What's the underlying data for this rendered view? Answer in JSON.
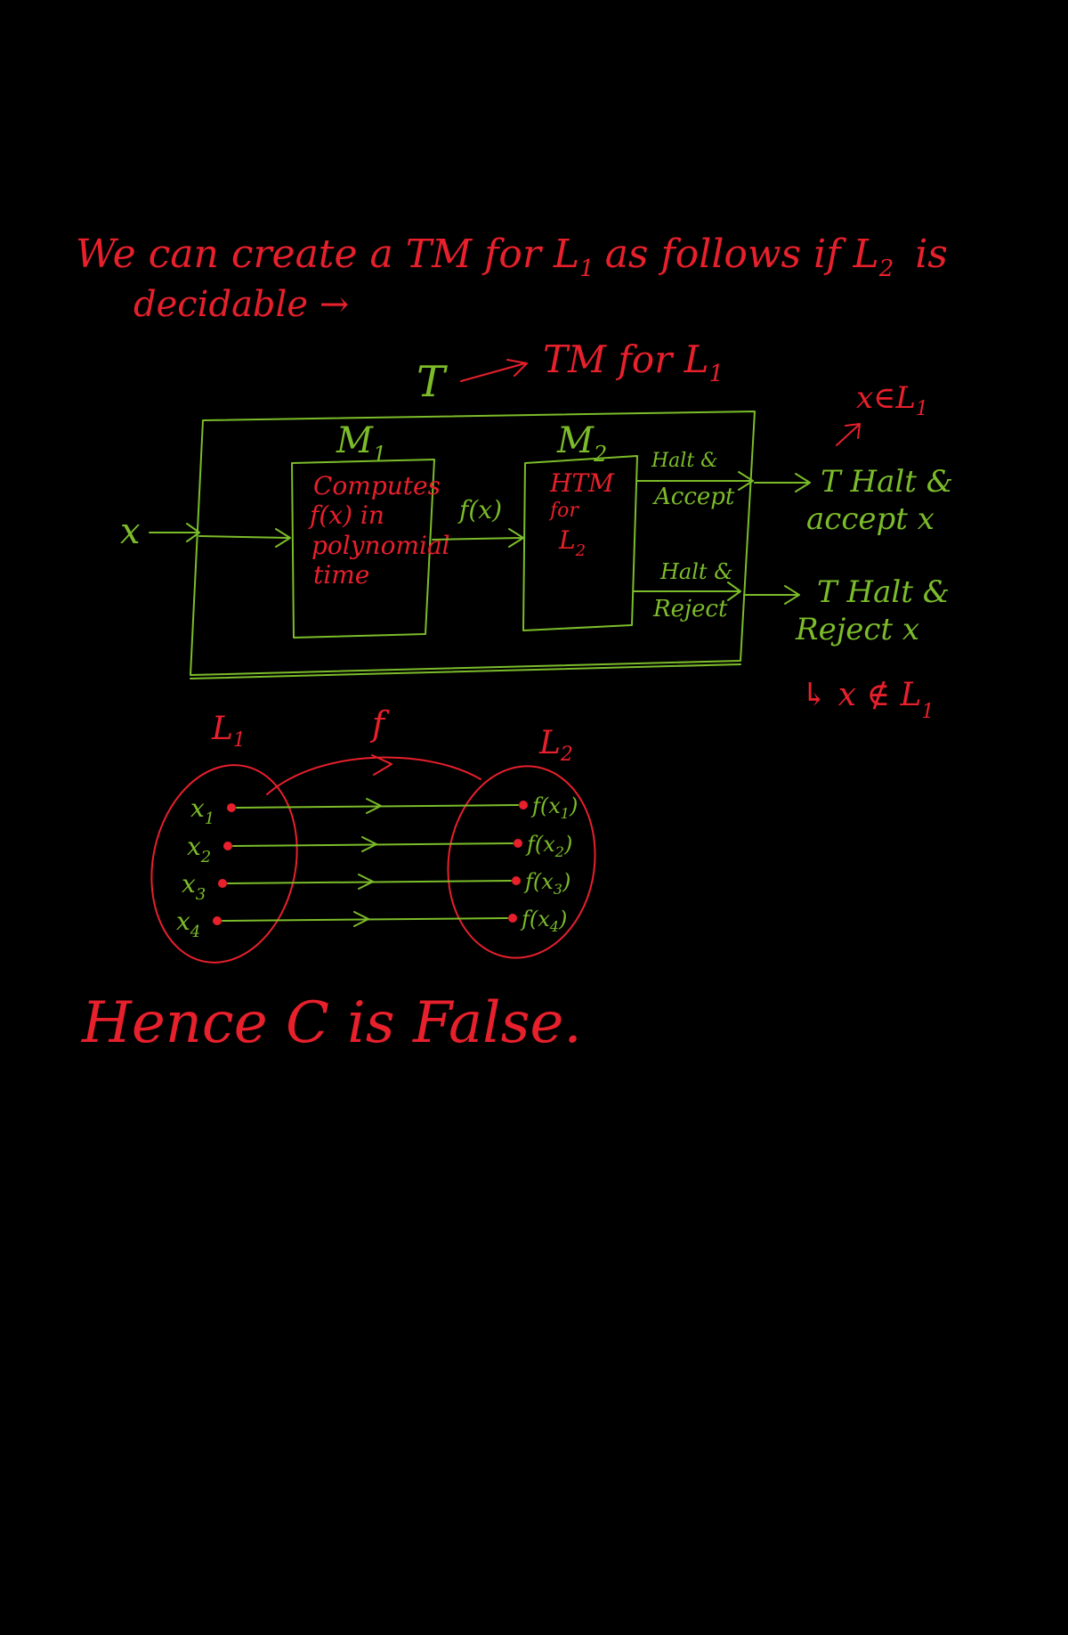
{
  "colors": {
    "background": "#000000",
    "red": "#e8202c",
    "green": "#7cbc2a"
  },
  "intro": {
    "line1": "We can create a TM for L",
    "line1_sub": "1",
    "line1_tail": "as follows if L",
    "line1_tail_sub": "2",
    "line1_end": "is",
    "line2": "decidable →"
  },
  "machine": {
    "title_T": "T",
    "title_text": "TM for L",
    "title_sub": "1",
    "input": "x",
    "m1_label": "M",
    "m1_sub": "1",
    "m1_lines": [
      "Computes",
      "f(x) in",
      "polynomial",
      "time"
    ],
    "fx": "f(x)",
    "m2_label": "M",
    "m2_sub": "2",
    "m2_lines": [
      "HTM",
      "for",
      "L"
    ],
    "m2_sub2": "2",
    "accept_label": [
      "Halt &",
      "Accept"
    ],
    "reject_label": [
      "Halt &",
      "Reject"
    ],
    "accept_result": [
      "T Halt &",
      "accept x"
    ],
    "reject_result": [
      "T Halt &",
      "Reject x"
    ],
    "in_l1": "x∈L",
    "in_l1_sub": "1",
    "not_in_l1": "↳ x ∉ L",
    "not_in_l1_sub": "1"
  },
  "mapping": {
    "left_set": "L",
    "left_sub": "1",
    "func": "f",
    "right_set": "L",
    "right_sub": "2",
    "left_items": [
      {
        "name": "x",
        "sub": "1"
      },
      {
        "name": "x",
        "sub": "2"
      },
      {
        "name": "x",
        "sub": "3"
      },
      {
        "name": "x",
        "sub": "4"
      }
    ],
    "right_items": [
      {
        "name": "f(x",
        "sub": "1",
        "close": ")"
      },
      {
        "name": "f(x",
        "sub": "2",
        "close": ")"
      },
      {
        "name": "f(x",
        "sub": "3",
        "close": ")"
      },
      {
        "name": "f(x",
        "sub": "4",
        "close": ")"
      }
    ]
  },
  "conclusion": "Hence C is False."
}
